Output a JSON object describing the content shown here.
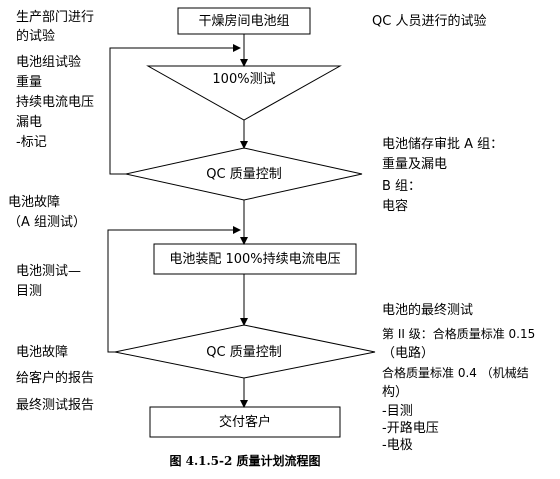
{
  "flow": {
    "box_top": "干燥房间电池组",
    "tri_label": "100%测试",
    "diamond1": "QC 质量控制",
    "box_assembly": "电池装配  100%持续电流电压",
    "diamond2": "QC 质量控制",
    "box_delivery": "交付客户"
  },
  "left_notes": {
    "production": [
      "生产部门进行",
      "的试验"
    ],
    "pack_tests": [
      "电池组试验",
      "重量",
      "持续电流电压",
      "漏电",
      "-标记"
    ],
    "fault_a": [
      "电池故障",
      "（A 组测试）"
    ],
    "battery_test": [
      "电池测试—",
      "目测"
    ],
    "fault2": "电池故障",
    "report": "给客户的报告",
    "final_report": "最终测试报告"
  },
  "right_notes": {
    "qc_staff": "QC 人员进行的试验",
    "storage": [
      "电池储存审批  A 组：",
      "重量及漏电",
      "B 组：",
      "电容"
    ],
    "final": [
      "电池的最终测试",
      "第 II 级：合格质量标准  0.15",
      "（电路）",
      "合格质量标准  0.4 （机械结",
      "构）",
      "-目测",
      "-开路电压",
      "-电极"
    ]
  },
  "caption": "图 4.1.5-2  质量计划流程图"
}
